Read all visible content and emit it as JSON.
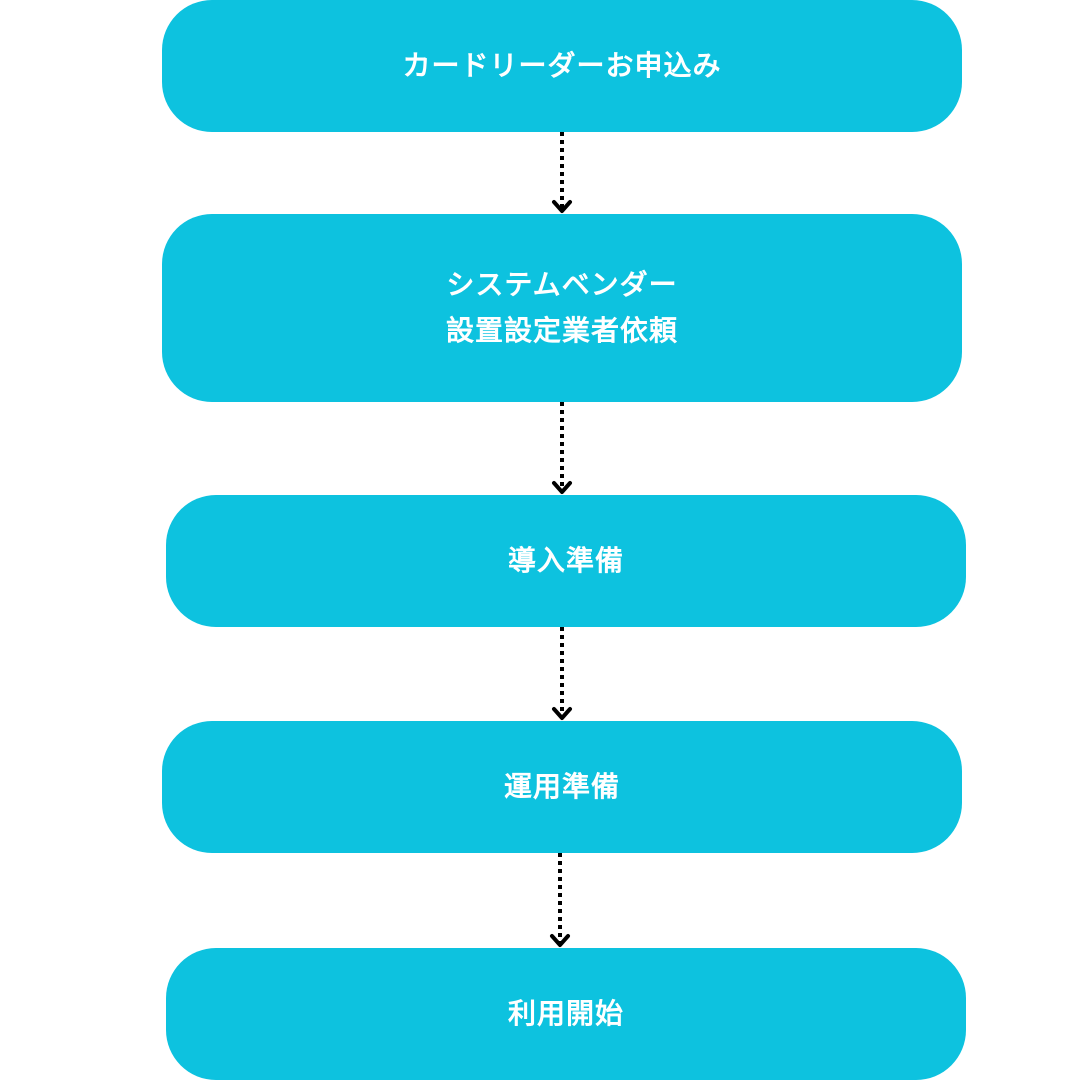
{
  "steps": [
    {
      "label_lines": [
        "カードリーダーお申込み"
      ]
    },
    {
      "label_lines": [
        "システムベンダー",
        "設置設定業者依頼"
      ]
    },
    {
      "label_lines": [
        "導入準備"
      ]
    },
    {
      "label_lines": [
        "運用準備"
      ]
    },
    {
      "label_lines": [
        "利用開始"
      ]
    }
  ],
  "colors": {
    "step_fill": "#0dc2df",
    "step_text": "#ffffff",
    "connector": "#000000"
  }
}
